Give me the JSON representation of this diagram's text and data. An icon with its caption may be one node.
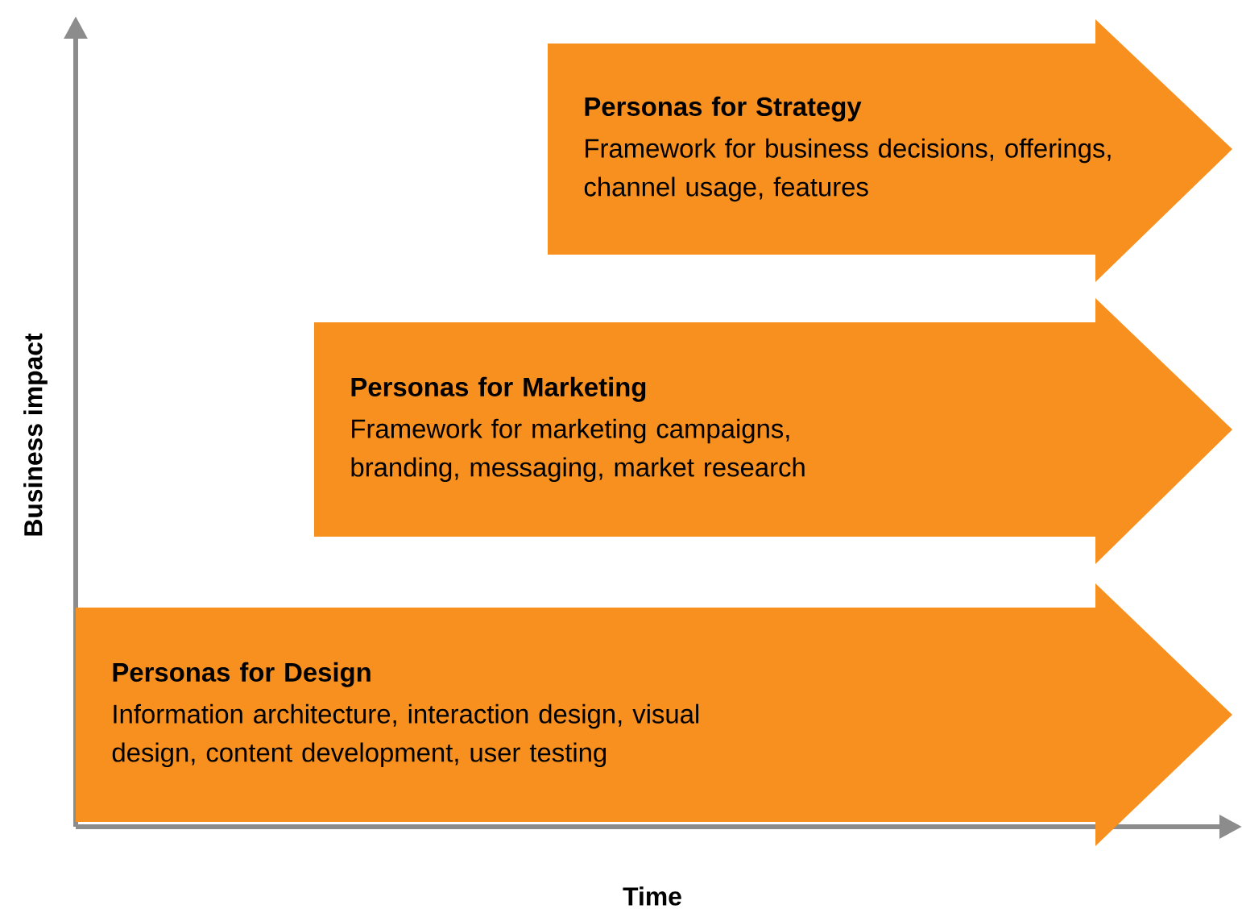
{
  "diagram": {
    "nodes": [
      {
        "text": [
          "Personas for Strategy",
          "Framework for business decisions, offerings, channel usage, features"
        ]
      },
      {
        "text": [
          "Personas for Marketing",
          "Framework for marketing campaigns, branding, messaging, market research"
        ]
      },
      {
        "text": [
          "Personas for Design",
          "Information architecture, interaction design, visual design, content development, user testing"
        ]
      }
    ],
    "edges": [],
    "labels": [
      "Business impact",
      "Time"
    ]
  }
}
